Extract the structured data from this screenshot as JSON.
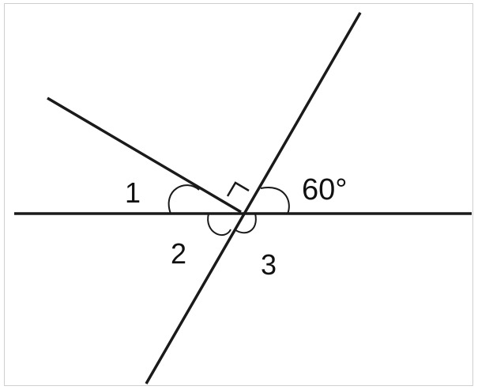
{
  "labels": {
    "angle1": "1",
    "angle2": "2",
    "angle3": "3",
    "given_angle": "60°"
  },
  "colors": {
    "line": "#1a1a1a",
    "frame": "#cfcfcf",
    "background": "#ffffff"
  }
}
